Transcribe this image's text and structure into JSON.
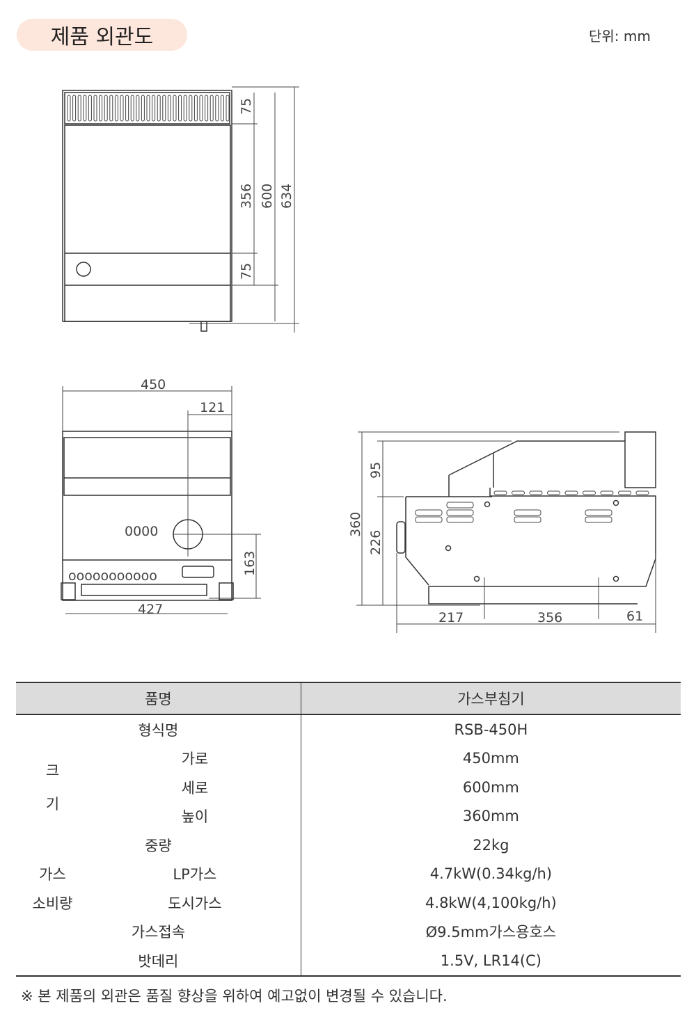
{
  "header": {
    "title": "제품 외관도",
    "unit": "단위: mm"
  },
  "top_view": {
    "dims": [
      "75",
      "356",
      "75",
      "600",
      "634"
    ]
  },
  "front_view": {
    "dims": [
      "450",
      "121",
      "163",
      "427"
    ]
  },
  "side_view": {
    "dims": [
      "95",
      "226",
      "360",
      "217",
      "356",
      "61"
    ]
  },
  "spec_table": {
    "header": {
      "label": "품명",
      "value": "가스부침기"
    },
    "model": {
      "label": "형식명",
      "value": "RSB-450H"
    },
    "size": {
      "label_1": "크",
      "label_2": "기",
      "width_label": "가로",
      "width": "450mm",
      "depth_label": "세로",
      "depth": "600mm",
      "height_label": "높이",
      "height": "360mm"
    },
    "weight": {
      "label": "중량",
      "value": "22kg"
    },
    "gas": {
      "label_1": "가스",
      "label_2": "소비량",
      "lp_label": "LP가스",
      "lp": "4.7kW(0.34kg/h)",
      "city_label": "도시가스",
      "city": "4.8kW(4,100kg/h)"
    },
    "connection": {
      "label": "가스접속",
      "value": "Ø9.5mm가스용호스"
    },
    "battery": {
      "label": "밧데리",
      "value": "1.5V, LR14(C)"
    }
  },
  "footnote": "※ 본 제품의 외관은 품질 향상을 위하여 예고없이 변경될 수 있습니다."
}
